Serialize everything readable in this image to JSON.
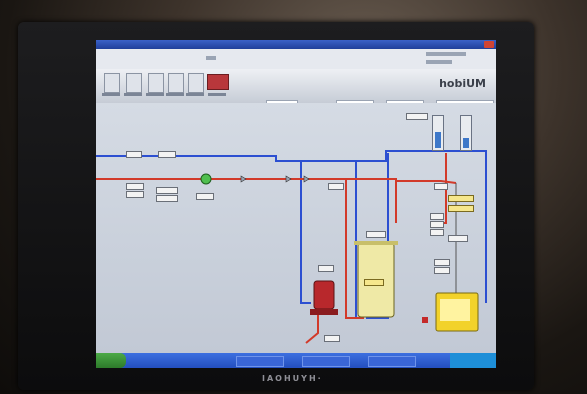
{
  "scene": {
    "description_free": true,
    "monitor_brand": "IAOHUYH·",
    "app": {
      "logo_text": "hobiUM",
      "colors": {
        "supply_pipe": "#d23a2a",
        "return_pipe": "#2c4fd1",
        "boiler": "#b8282c",
        "tank": "#efe9a6",
        "pump": "#4fbf4f",
        "title_bar": "#2a4fb8",
        "taskbar": "#2f5fd6"
      },
      "icons": [
        "window-close-icon",
        "pump-icon",
        "valve-icon",
        "boiler-icon",
        "tank-icon",
        "sensor-gauge-icon",
        "start-button-icon"
      ],
      "gauges": [
        {
          "name": "level-gauge-left",
          "fill_fraction": 0.55
        },
        {
          "name": "level-gauge-right",
          "fill_fraction": 0.35
        }
      ]
    }
  }
}
